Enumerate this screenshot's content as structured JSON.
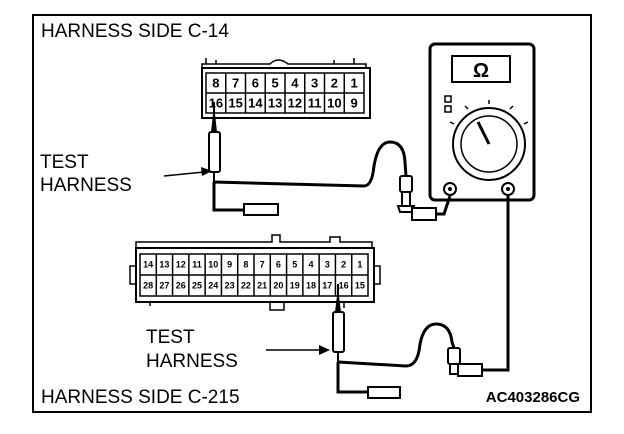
{
  "labels": {
    "harness_side_top": "HARNESS SIDE C-14",
    "harness_side_bottom": "HARNESS SIDE C-215",
    "test_harness_1_line1": "TEST",
    "test_harness_1_line2": "HARNESS",
    "test_harness_2_line1": "TEST",
    "test_harness_2_line2": "HARNESS",
    "figure_code": "AC403286CG"
  },
  "connector_c14": {
    "top_row": [
      "8",
      "7",
      "6",
      "5",
      "4",
      "3",
      "2",
      "1"
    ],
    "bottom_row": [
      "16",
      "15",
      "14",
      "13",
      "12",
      "11",
      "10",
      "9"
    ]
  },
  "connector_c215": {
    "top_row": [
      "14",
      "13",
      "12",
      "11",
      "10",
      "9",
      "8",
      "7",
      "6",
      "5",
      "4",
      "3",
      "2",
      "1"
    ],
    "bottom_row": [
      "28",
      "27",
      "26",
      "25",
      "24",
      "23",
      "22",
      "21",
      "20",
      "19",
      "18",
      "17",
      "16",
      "15"
    ]
  },
  "meter": {
    "display_symbol": "Ω"
  }
}
